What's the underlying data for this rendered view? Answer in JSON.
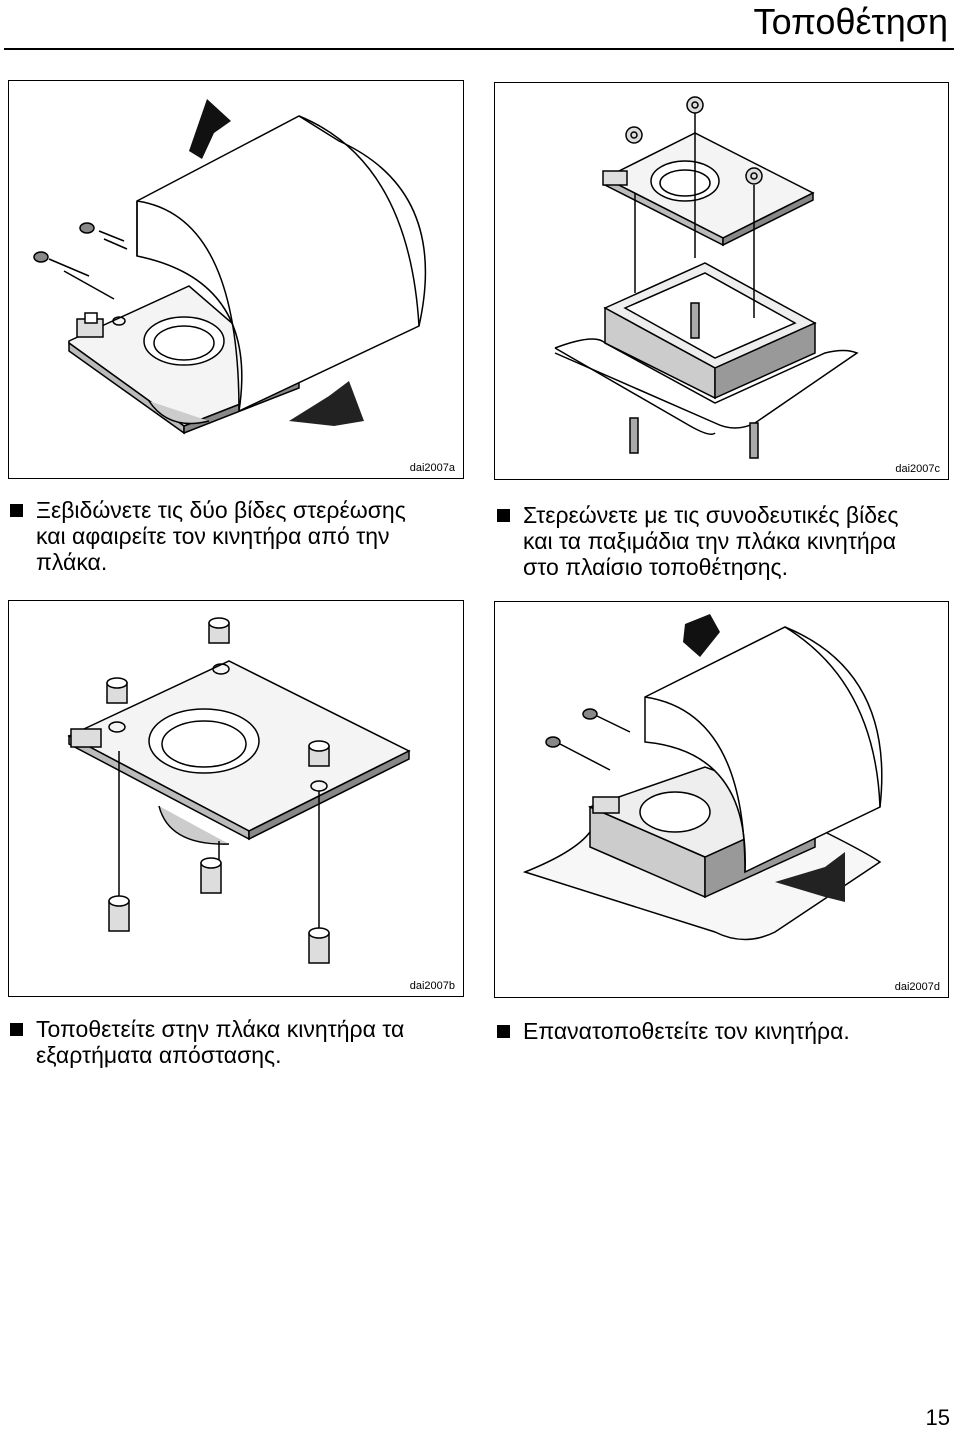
{
  "header": {
    "title": "Τοποθέτηση"
  },
  "figures": {
    "a": {
      "code": "dai2007a"
    },
    "b": {
      "code": "dai2007b"
    },
    "c": {
      "code": "dai2007c"
    },
    "d": {
      "code": "dai2007d"
    }
  },
  "steps": {
    "a": "Ξεβιδώνετε τις δύο βίδες στερέωσης\nκαι αφαιρείτε τον κινητήρα από την\nπλάκα.",
    "c": "Στερεώνετε με τις συνοδευτικές βίδες\nκαι τα παξιμάδια την πλάκα κινητήρα\nστο πλαίσιο τοποθέτησης.",
    "b": "Τοποθετείτε στην πλάκα κινητήρα τα\nεξαρτήματα απόστασης.",
    "d": "Επανατοποθετείτε τον κινητήρα."
  },
  "footer": {
    "page_number": "15"
  }
}
